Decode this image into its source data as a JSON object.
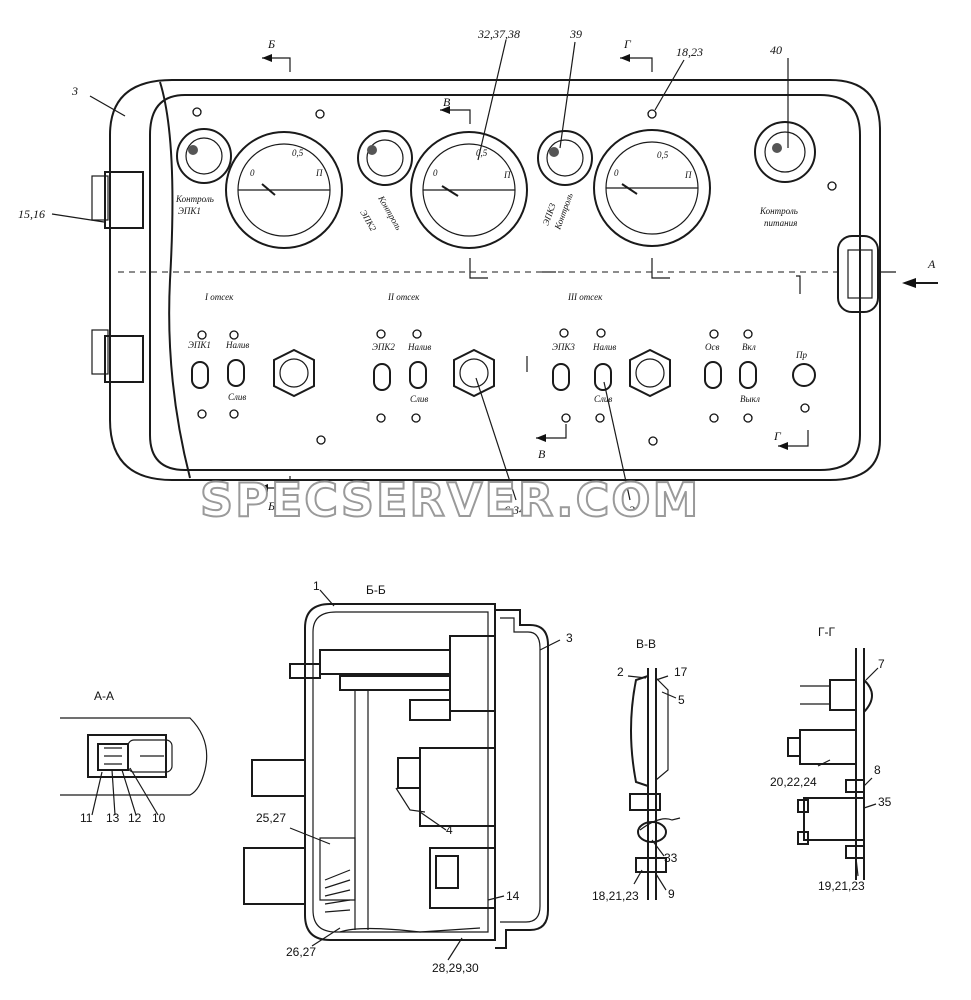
{
  "watermark": "SPECSERVER.COM",
  "callouts": {
    "c3": "3",
    "c15_16": "15,16",
    "c32_37_38": "32,37,38",
    "c39": "39",
    "c18_23": "18,23",
    "c40": "40",
    "c6_34": "6,34",
    "c9_36": "9,36",
    "cA": "А"
  },
  "section_marks": {
    "B_top": "Б",
    "B_bottom": "Б",
    "V_top": "В",
    "V_bottom": "В",
    "G_top": "Г",
    "G_bottom": "Г"
  },
  "panel_labels": {
    "ctrl1": "Контроль",
    "epk1": "ЭПК1",
    "epk2": "ЭПК2",
    "ctrl2": "Контроль",
    "epk3": "ЭПК3",
    "ctrl3": "Контроль",
    "ctrl_power_1": "Контроль",
    "ctrl_power_2": "питания",
    "comp1": "I отсек",
    "comp2": "II отсек",
    "comp3": "III отсек",
    "sw_epk1": "ЭПК1",
    "sw_naliv1": "Налив",
    "sw_sliv1": "Слив",
    "sw_epk2": "ЭПК2",
    "sw_naliv2": "Налив",
    "sw_sliv2": "Слив",
    "sw_epk3": "ЭПК3",
    "sw_naliv3": "Налив",
    "sw_sliv3": "Слив",
    "sw_osv": "Осв",
    "sw_vkl": "Вкл",
    "sw_vykl": "Выкл",
    "sw_pr": "Пр"
  },
  "gauges": [
    {
      "zero": "0",
      "half": "0,5",
      "full": "П"
    },
    {
      "zero": "0",
      "half": "0,5",
      "full": "П"
    },
    {
      "zero": "0",
      "half": "0,5",
      "full": "П"
    }
  ],
  "view_AA": {
    "title": "А-А",
    "labels": [
      "11",
      "13",
      "12",
      "10"
    ]
  },
  "view_BB": {
    "title": "Б-Б",
    "labels": {
      "l1": "1",
      "l3": "3",
      "l4": "4",
      "l25_27": "25,27",
      "l14": "14",
      "l26_27": "26,27",
      "l28_29_30": "28,29,30"
    }
  },
  "view_VV": {
    "title": "В-В",
    "labels": {
      "l2": "2",
      "l17": "17",
      "l5": "5",
      "l33": "33",
      "l18_21_23": "18,21,23",
      "l9": "9"
    }
  },
  "view_GG": {
    "title": "Г-Г",
    "labels": {
      "l7": "7",
      "l20_22_24": "20,22,24",
      "l8": "8",
      "l35": "35",
      "l19_21_23": "19,21,23"
    }
  }
}
